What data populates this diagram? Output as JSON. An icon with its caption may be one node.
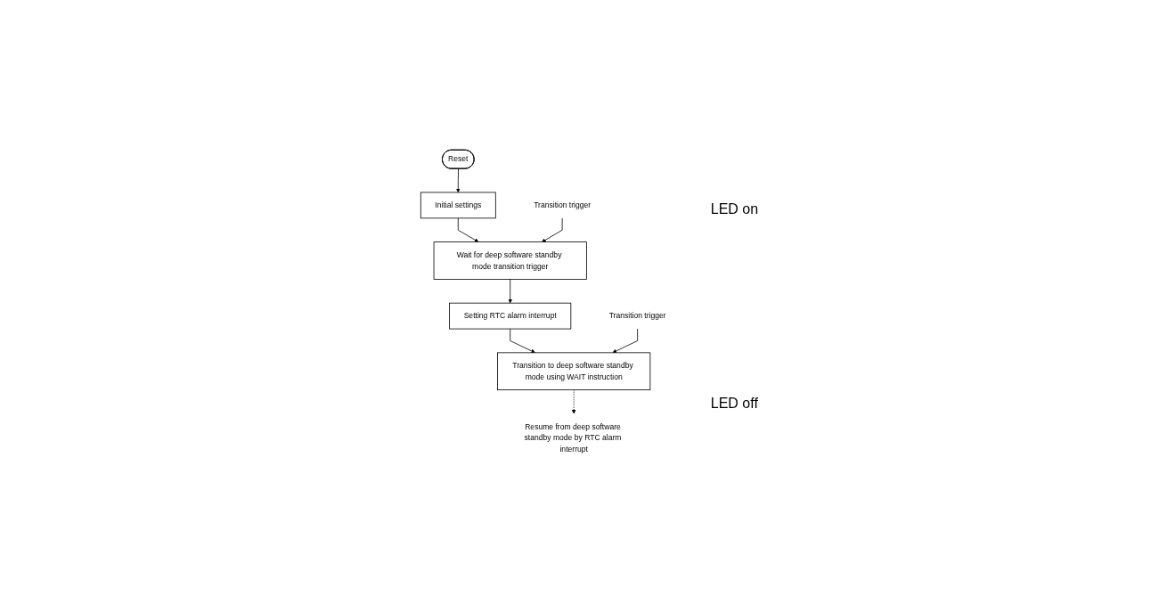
{
  "diagram": {
    "nodes": [
      {
        "text": [
          "Reset"
        ]
      },
      {
        "text": [
          "Initial settings"
        ]
      },
      {
        "text": [
          "Wait for deep software standby mode transition trigger"
        ]
      },
      {
        "text": [
          "Transition trigger"
        ]
      },
      {
        "text": [
          "Setting RTC alarm interrupt"
        ]
      },
      {
        "text": [
          "Transition to deep software standby mode using WAIT instruction"
        ]
      },
      {
        "text": [
          "Transition trigger"
        ]
      },
      {
        "text": [
          "Resume from deep software standby mode by RTC alarm interrupt"
        ]
      }
    ],
    "edges": [
      {
        "from": 0,
        "to": 1,
        "arrow": "to"
      },
      {
        "from": 1,
        "to": 2,
        "arrow": "to"
      },
      {
        "from": 3,
        "to": 2,
        "arrow": "to"
      },
      {
        "from": 2,
        "to": 4,
        "arrow": "to"
      },
      {
        "from": 4,
        "to": 5,
        "arrow": "to"
      },
      {
        "from": 6,
        "to": 5,
        "arrow": "to"
      },
      {
        "from": 5,
        "to": 7,
        "arrow": "to",
        "style": "dashed"
      }
    ],
    "labels": [
      "LED on",
      "LED off"
    ]
  }
}
